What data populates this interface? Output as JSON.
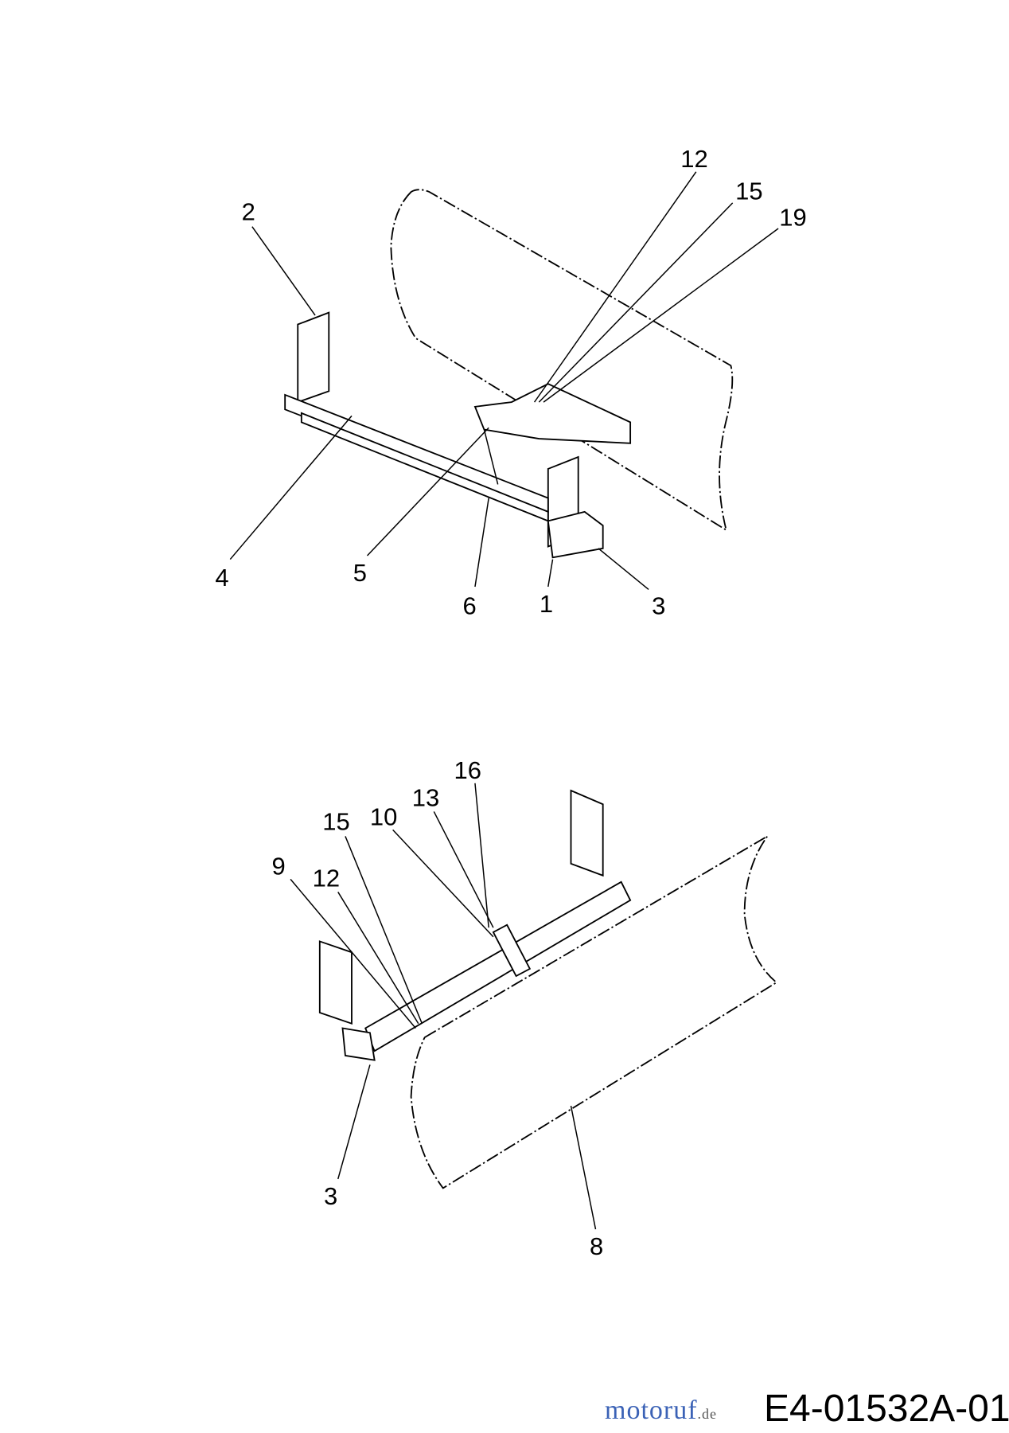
{
  "diagram_code": "E4-01532A-01",
  "watermark": {
    "text": "motoruf",
    "suffix": ".de",
    "colors": [
      "#3b62b6",
      "#3b62b6",
      "#2fa84f",
      "#e0407a",
      "#2fa84f",
      "#e8501c",
      "#f0a020"
    ]
  },
  "top_view": {
    "callouts": [
      "12",
      "15",
      "19",
      "2",
      "4",
      "5",
      "6",
      "1",
      "3"
    ]
  },
  "bottom_view": {
    "callouts": [
      "16",
      "13",
      "10",
      "15",
      "9",
      "12",
      "3",
      "8"
    ]
  }
}
